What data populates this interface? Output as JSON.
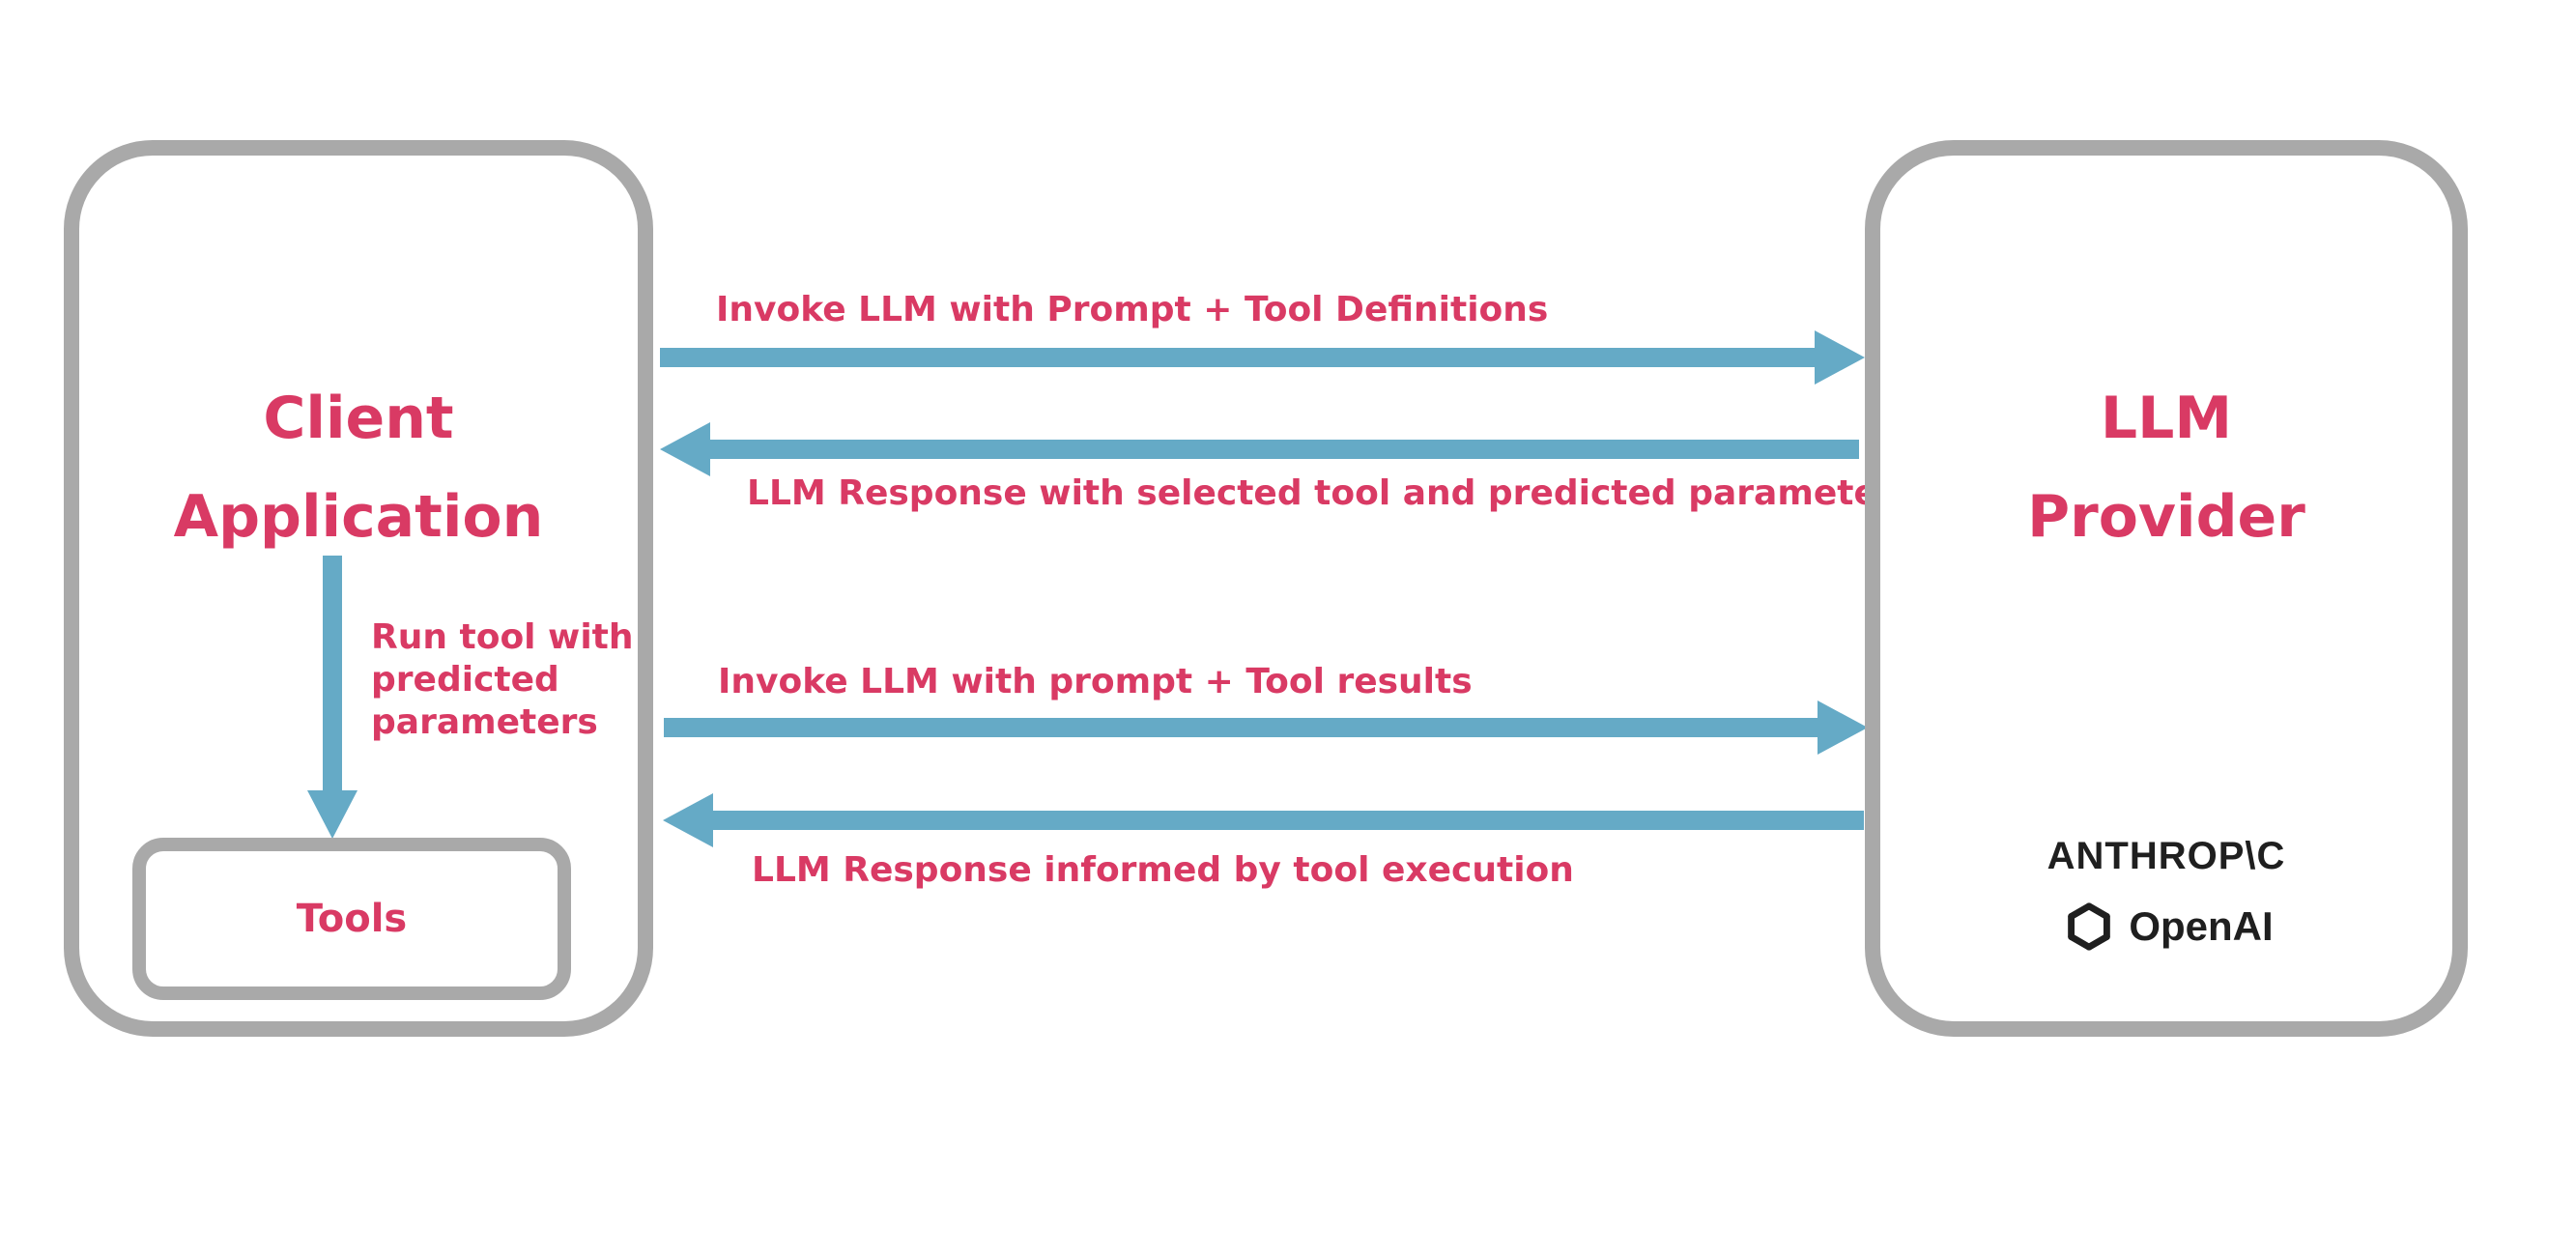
{
  "theme": {
    "pink": "#d93a64",
    "blue": "#65aac6",
    "box_border_gray": "#a9a9a9",
    "logo_dark": "#1f1f1f",
    "background": "#ffffff"
  },
  "client_box": {
    "title_lines": [
      "Client",
      "Application"
    ],
    "run_tool_arrow": {
      "label_lines": [
        "Run tool with",
        "predicted",
        "parameters"
      ]
    },
    "tools_box": {
      "label": "Tools"
    }
  },
  "provider_box": {
    "title_lines": [
      "LLM",
      "Provider"
    ],
    "logos": {
      "anthropic_wordmark": "ANTHROP\\C",
      "openai_wordmark": "OpenAI"
    }
  },
  "arrows": [
    {
      "direction": "right",
      "label": "Invoke LLM with Prompt + Tool Definitions"
    },
    {
      "direction": "left",
      "label": "LLM Response with selected tool and predicted parameters"
    },
    {
      "direction": "right",
      "label": "Invoke LLM with prompt + Tool results"
    },
    {
      "direction": "left",
      "label": "LLM Response informed by tool execution"
    }
  ]
}
